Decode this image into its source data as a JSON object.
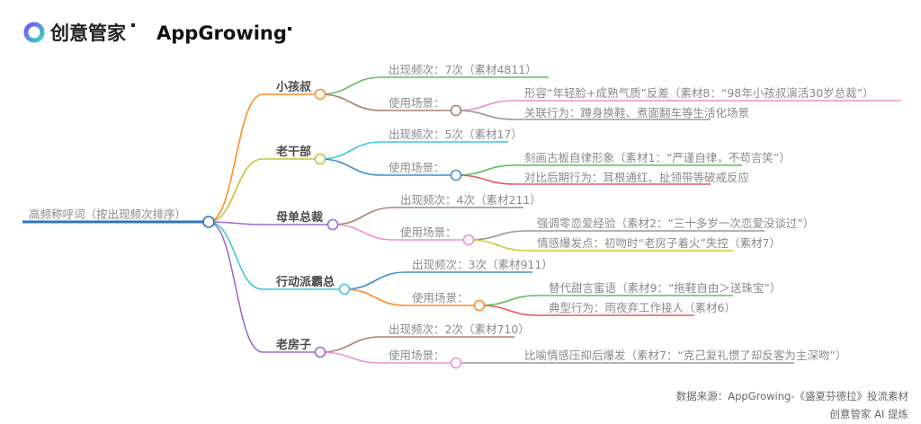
{
  "logo": {
    "brand1": "创意管家",
    "brand2": "AppGrowing"
  },
  "root": {
    "label": "高频称呼词（按出现频次排序）"
  },
  "nodes": [
    {
      "label": "小孩叔",
      "freq": "出现频次：7次（素材4811）",
      "usage": "使用场景：",
      "leaves": [
        "形容“年轻脸+成熟气质”反差（素材8：“98年小孩叔演活30岁总裁”）",
        "关联行为：蹲身换鞋、煮面翻车等生活化场景"
      ]
    },
    {
      "label": "老干部",
      "freq": "出现频次：5次（素材17）",
      "usage": "使用场景：",
      "leaves": [
        "刻画古板自律形象（素材1：“严谨自律，不苟言笑”）",
        "对比后期行为：耳根通红、扯领带等破戒反应"
      ]
    },
    {
      "label": "母单总裁",
      "freq": "出现频次：4次（素材211）",
      "usage": "使用场景：",
      "leaves": [
        "强调零恋爱经验（素材2：“三十多岁一次恋爱没谈过”）",
        "情感爆发点：初吻时“老房子着火”失控（素材7）"
      ]
    },
    {
      "label": "行动派霸总",
      "freq": "出现频次：3次（素材911）",
      "usage": "使用场景：",
      "leaves": [
        "替代甜言蜜语（素材9：“拖鞋自由＞送珠宝”）",
        "典型行为：雨夜弃工作接人（素材6）"
      ]
    },
    {
      "label": "老房子",
      "freq": "出现频次：2次（素材710）",
      "usage": "使用场景：",
      "leaves": [
        "比喻情感压抑后爆发（素材7：“克己复礼惯了却反客为主深吻”）"
      ]
    }
  ],
  "footer": {
    "source": "数据来源：AppGrowing-《盛夏芬德拉》投流素材",
    "credit": "创意管家 AI 提炼"
  }
}
